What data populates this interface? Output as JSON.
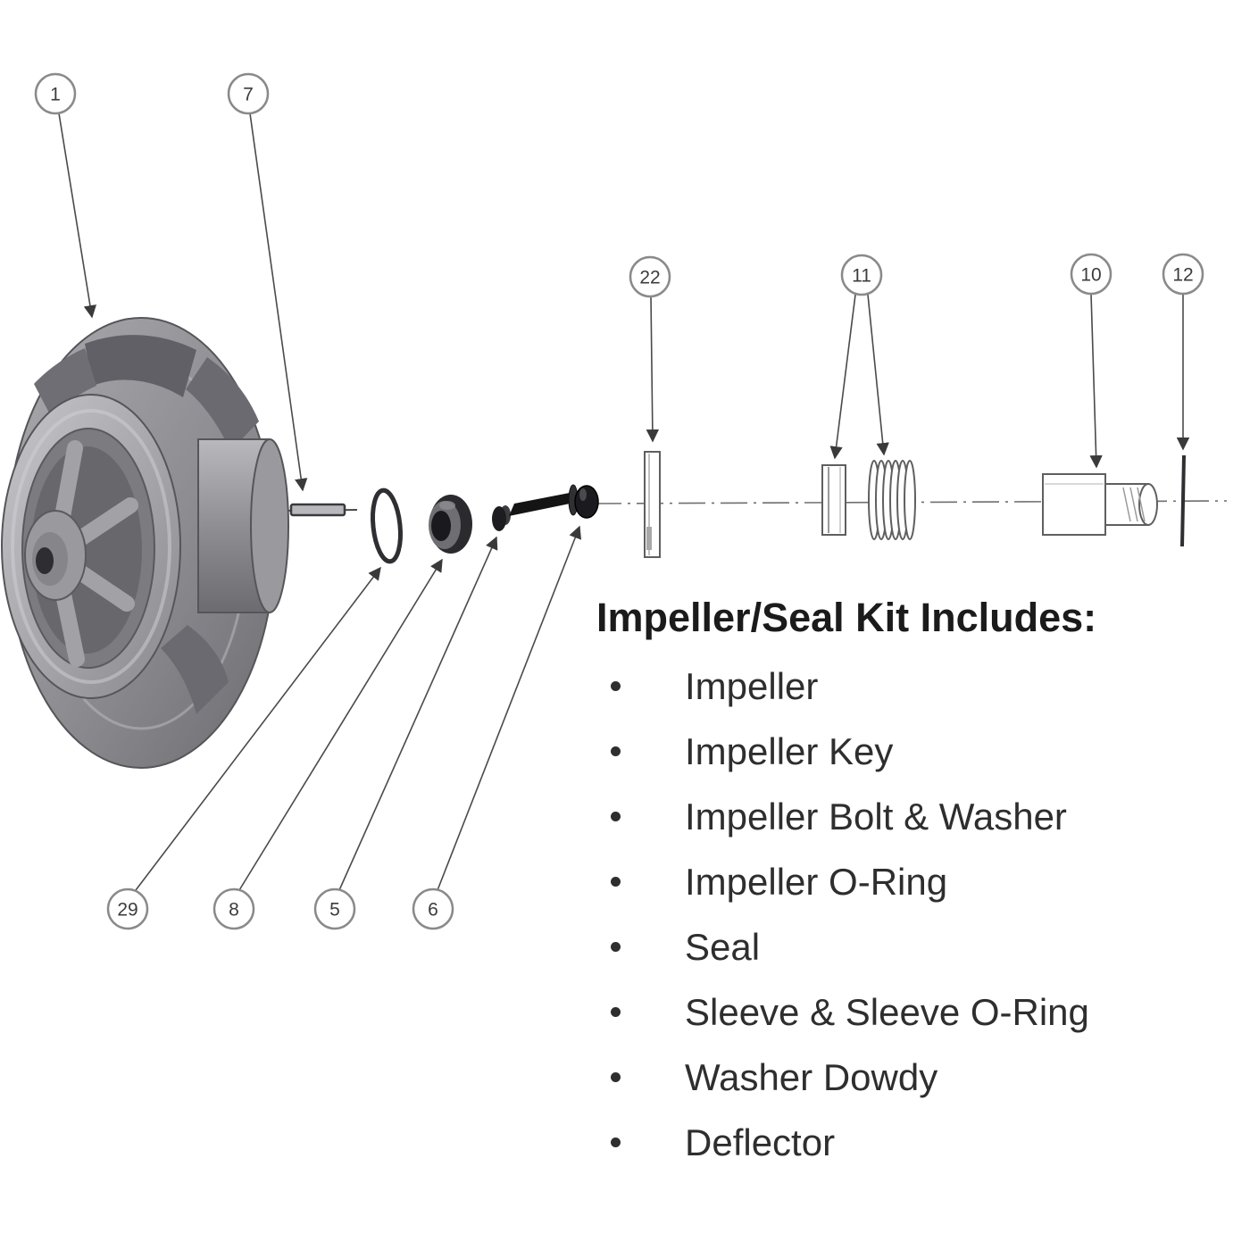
{
  "callouts": [
    "1",
    "7",
    "22",
    "11",
    "10",
    "12",
    "29",
    "8",
    "5",
    "6"
  ],
  "kit": {
    "title": "Impeller/Seal Kit Includes:",
    "items": [
      "Impeller",
      "Impeller Key",
      "Impeller Bolt & Washer",
      "Impeller O-Ring",
      "Seal",
      "Sleeve & Sleeve O-Ring",
      "Washer Dowdy",
      "Deflector"
    ]
  },
  "colors": {
    "line": "#3a3a3a",
    "balloon_stroke": "#8a8a8a",
    "impeller_gray": "#909094",
    "text": "#2e2e2e"
  }
}
